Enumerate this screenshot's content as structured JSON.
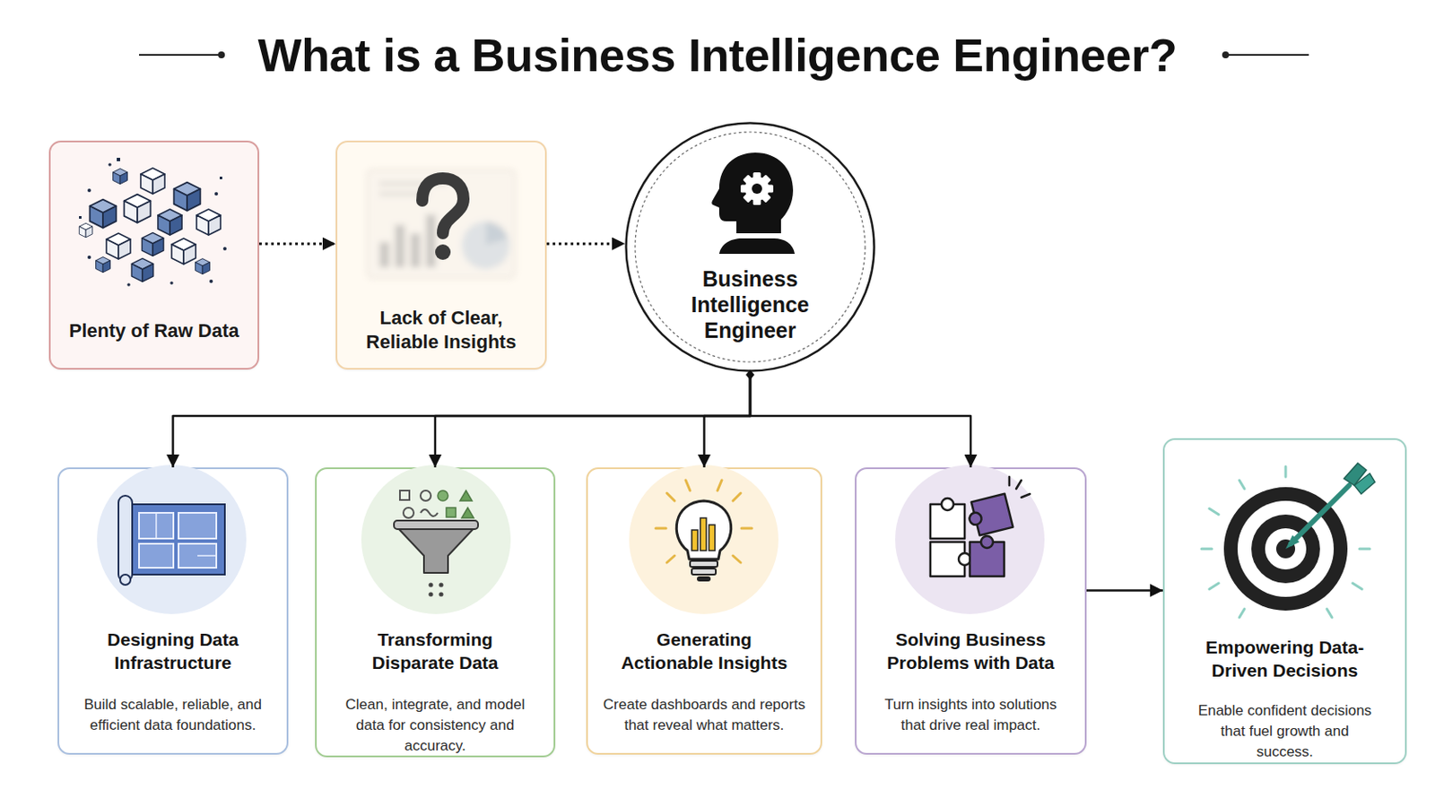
{
  "diagram": {
    "title": "What is a Business Intelligence Engineer?",
    "nodes": [
      {
        "text": [
          "Plenty of Raw Data"
        ]
      },
      {
        "text": [
          "Lack of Clear, Reliable Insights"
        ]
      },
      {
        "text": [
          "Business Intelligence Engineer"
        ]
      },
      {
        "text": [
          "Designing Data Infrastructure",
          "Build scalable, reliable, and efficient data foundations."
        ]
      },
      {
        "text": [
          "Transforming Disparate Data",
          "Clean, integrate, and model data for consistency and accuracy."
        ]
      },
      {
        "text": [
          "Generating Actionable Insights",
          "Create dashboards and reports that reveal what matters."
        ]
      },
      {
        "text": [
          "Solving Business Problems with Data",
          "Turn insights into solutions that drive real impact."
        ]
      },
      {
        "text": [
          "Empowering Data-Driven Decisions",
          "Enable confident decisions that fuel growth and success."
        ]
      }
    ],
    "edges": [
      {
        "from": 0,
        "to": 1,
        "arrow": "to"
      },
      {
        "from": 1,
        "to": 2,
        "arrow": "to"
      },
      {
        "from": 2,
        "to": 3,
        "arrow": "to"
      },
      {
        "from": 2,
        "to": 4,
        "arrow": "to"
      },
      {
        "from": 2,
        "to": 5,
        "arrow": "to"
      },
      {
        "from": 2,
        "to": 6,
        "arrow": "to"
      },
      {
        "from": 6,
        "to": 7,
        "arrow": "to"
      }
    ]
  }
}
